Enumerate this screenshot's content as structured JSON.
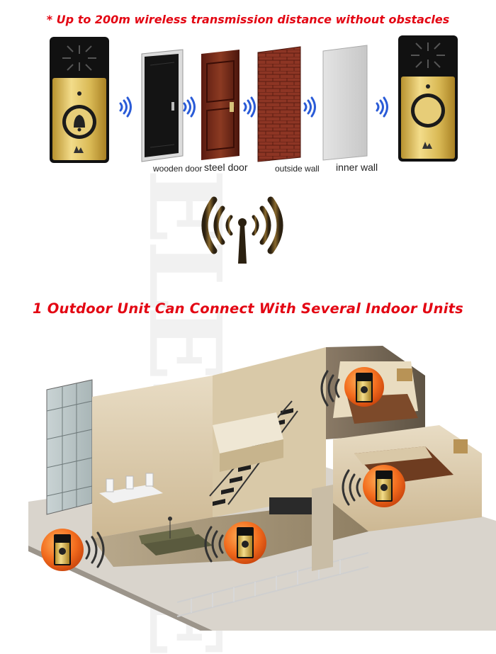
{
  "headline_top": "* Up to 200m wireless transmission distance without obstacles",
  "headline_mid": "1 Outdoor Unit Can Connect With Several Indoor Units",
  "obstacles": [
    {
      "label": "wooden door"
    },
    {
      "label": "steel door"
    },
    {
      "label": "outside wall"
    },
    {
      "label": "inner wall"
    }
  ],
  "watermark": "ELESALE",
  "colors": {
    "headline": "#e30613",
    "gold": "#d4b24a",
    "signal": "#2a5bd7",
    "badge": "#f26b1d"
  }
}
